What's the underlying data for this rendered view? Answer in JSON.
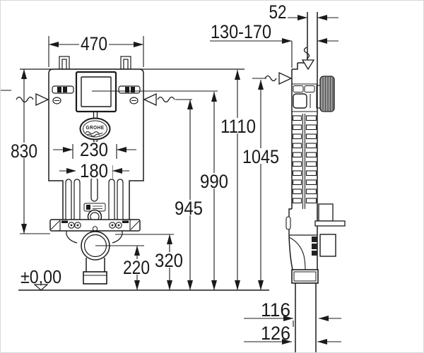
{
  "meta": {
    "description": "Technical installation dimension drawing of a GROHE concealed WC cistern frame, front view and side view",
    "background": "#ffffff",
    "line_color": "#1a1a1a",
    "knob_fill": "#9a9a9a"
  },
  "brand": {
    "logo_text": "GROHE"
  },
  "dimensions": {
    "front_width": "470",
    "frame_height": "830",
    "upper_inner_width": "230",
    "lower_inner_width": "180",
    "pipe_offset_depth": "52",
    "installation_depth_range": "130-170",
    "overall_height": "1110",
    "side_inlet_height": "1045",
    "plate_center_height": "990",
    "actuation_height": "945",
    "crossbar_height": "320",
    "outlet_center_height": "220",
    "drain_offset_inner": "116",
    "drain_offset_outer": "126",
    "floor_level_label": "±0,00"
  },
  "symbols": {
    "water_inlet_side": "squiggle-arrow-left",
    "water_inlet_top": "squiggle-arrow-down",
    "flush_actuation": "squiggle-arrow",
    "floor_datum": "open-triangle"
  }
}
